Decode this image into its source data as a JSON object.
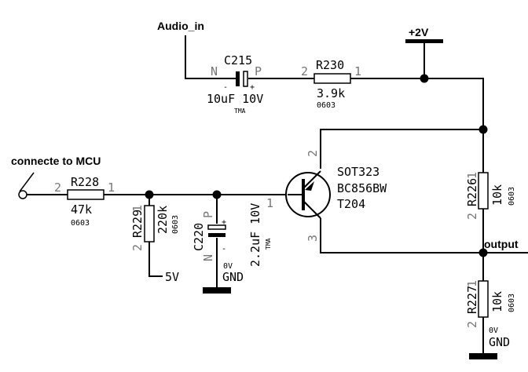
{
  "nets": {
    "audio_in": "Audio_in",
    "vcc": "+2V",
    "mcu": "connecte to MCU",
    "output": "output",
    "five_v": "5V",
    "gnd_c220": "GND",
    "gnd_r227": "GND",
    "zero_v_c220": "0V",
    "zero_v_r227": "0V"
  },
  "c215": {
    "ref": "C215",
    "value": "10uF 10V",
    "pkg": "TMA",
    "pin_n": "N",
    "pin_p": "P",
    "minus": "-",
    "plus": "+"
  },
  "r230": {
    "ref": "R230",
    "value": "3.9k",
    "pkg": "0603",
    "pin_a": "2",
    "pin_b": "1"
  },
  "r228": {
    "ref": "R228",
    "value": "47k",
    "pkg": "0603",
    "pin_a": "2",
    "pin_b": "1"
  },
  "r229": {
    "ref": "R229",
    "value": "220k",
    "pkg": "0603",
    "pin_a": "1",
    "pin_b": "2"
  },
  "c220": {
    "ref": "C220",
    "value": "2.2uF 10V",
    "pkg": "TMA",
    "pin_n": "N",
    "pin_p": "P",
    "minus": "-",
    "plus": "+"
  },
  "t204": {
    "package": "SOT323",
    "part": "BC856BW",
    "ref": "T204",
    "pin_b": "1",
    "pin_c": "2",
    "pin_e": "3"
  },
  "r226": {
    "ref": "R226",
    "value": "10k",
    "pkg": "0603",
    "pin_a": "1",
    "pin_b": "2"
  },
  "r227": {
    "ref": "R227",
    "value": "10k",
    "pkg": "0603",
    "pin_a": "1",
    "pin_b": "2"
  }
}
